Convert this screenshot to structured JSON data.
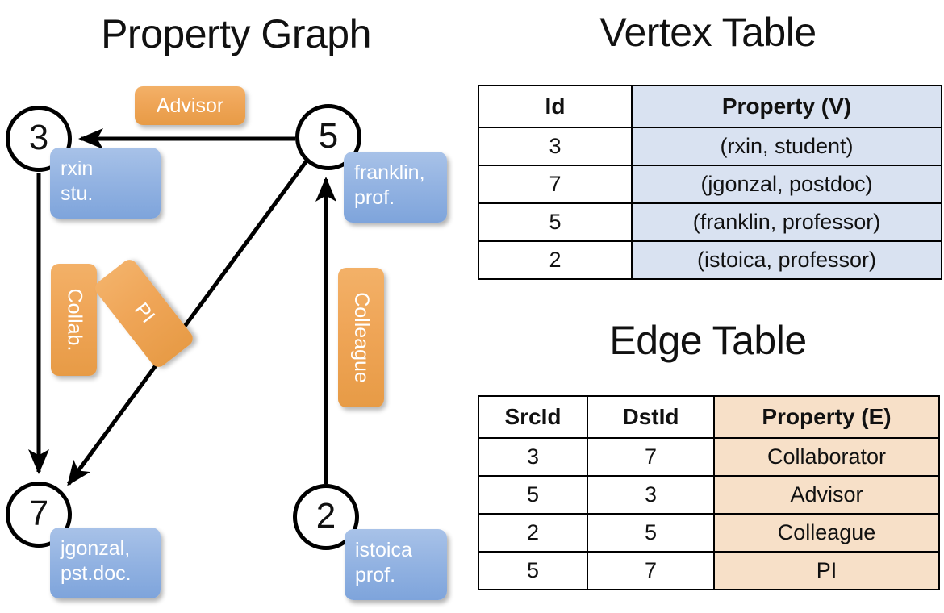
{
  "titles": {
    "property_graph": "Property Graph",
    "vertex_table": "Vertex Table",
    "edge_table": "Edge Table"
  },
  "graph": {
    "vertices": [
      {
        "id": "3",
        "property_label": "rxin\nstu."
      },
      {
        "id": "5",
        "property_label": "franklin,\nprof."
      },
      {
        "id": "7",
        "property_label": "jgonzal,\npst.doc."
      },
      {
        "id": "2",
        "property_label": "istoica\nprof."
      }
    ],
    "edge_labels": {
      "advisor": "Advisor",
      "collab": "Collab.",
      "pi": "PI",
      "colleague": "Colleague"
    },
    "edges": [
      {
        "src": "5",
        "dst": "3",
        "label": "Advisor"
      },
      {
        "src": "3",
        "dst": "7",
        "label": "Collab."
      },
      {
        "src": "5",
        "dst": "7",
        "label": "PI"
      },
      {
        "src": "2",
        "dst": "5",
        "label": "Colleague"
      }
    ]
  },
  "vertex_table": {
    "columns": [
      "Id",
      "Property (V)"
    ],
    "rows": [
      {
        "id": "3",
        "property": "(rxin, student)"
      },
      {
        "id": "7",
        "property": "(jgonzal, postdoc)"
      },
      {
        "id": "5",
        "property": "(franklin, professor)"
      },
      {
        "id": "2",
        "property": "(istoica, professor)"
      }
    ]
  },
  "edge_table": {
    "columns": [
      "SrcId",
      "DstId",
      "Property (E)"
    ],
    "rows": [
      {
        "src": "3",
        "dst": "7",
        "property": "Collaborator"
      },
      {
        "src": "5",
        "dst": "3",
        "property": "Advisor"
      },
      {
        "src": "2",
        "dst": "5",
        "property": "Colleague"
      },
      {
        "src": "5",
        "dst": "7",
        "property": "PI"
      }
    ]
  },
  "colors": {
    "vertex_property_fill": "#d9e2f1",
    "edge_property_fill": "#f7e0c8",
    "node_box_blue": "#93b3e2",
    "edge_box_orange": "#efa557",
    "stroke": "#000000"
  }
}
